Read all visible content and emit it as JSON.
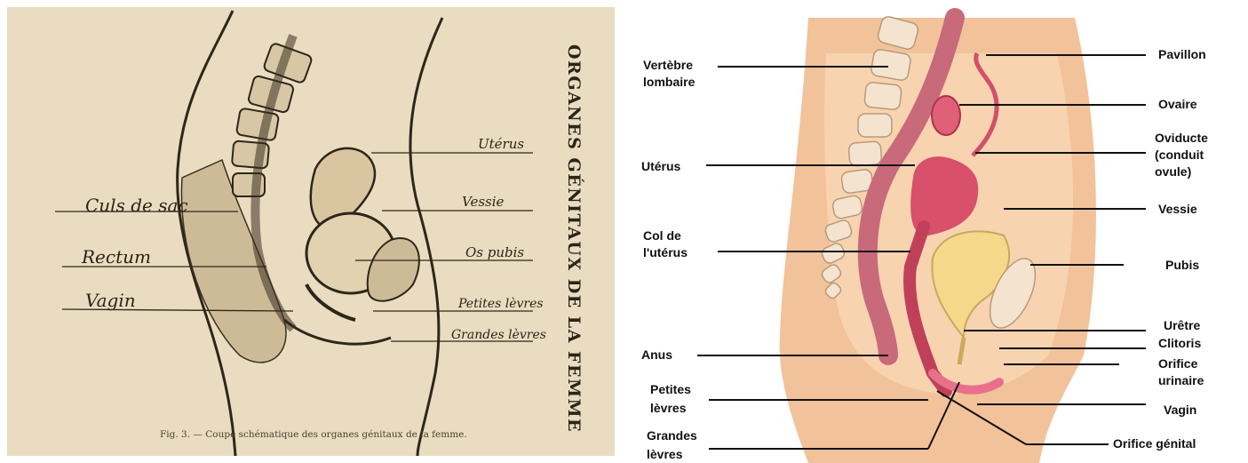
{
  "left_figure": {
    "title": "ORGANES GÉNITAUX DE LA FEMME",
    "caption": "Fig. 3. — Coupe schématique des organes génitaux de la femme.",
    "labels_left": [
      "Culs de sac",
      "Rectum",
      "Vagin"
    ],
    "labels_right": [
      "Utérus",
      "Vessie",
      "Os pubis",
      "Petites lèvres",
      "Grandes lèvres"
    ]
  },
  "right_figure": {
    "labels_left": [
      [
        "Vertèbre",
        "lombaire"
      ],
      [
        "Utérus"
      ],
      [
        "Col de",
        "l'utérus"
      ],
      [
        "Anus"
      ],
      [
        "Petites",
        "lèvres"
      ],
      [
        "Grandes",
        "lèvres"
      ]
    ],
    "labels_right": [
      [
        "Pavillon"
      ],
      [
        "Ovaire"
      ],
      [
        "Oviducte",
        "(conduit",
        "ovule)"
      ],
      [
        "Vessie"
      ],
      [
        "Pubis"
      ],
      [
        "Urêtre"
      ],
      [
        "Clitoris"
      ],
      [
        "Orifice",
        "urinaire"
      ],
      [
        "Vagin"
      ],
      [
        "Orifice génital"
      ]
    ]
  }
}
